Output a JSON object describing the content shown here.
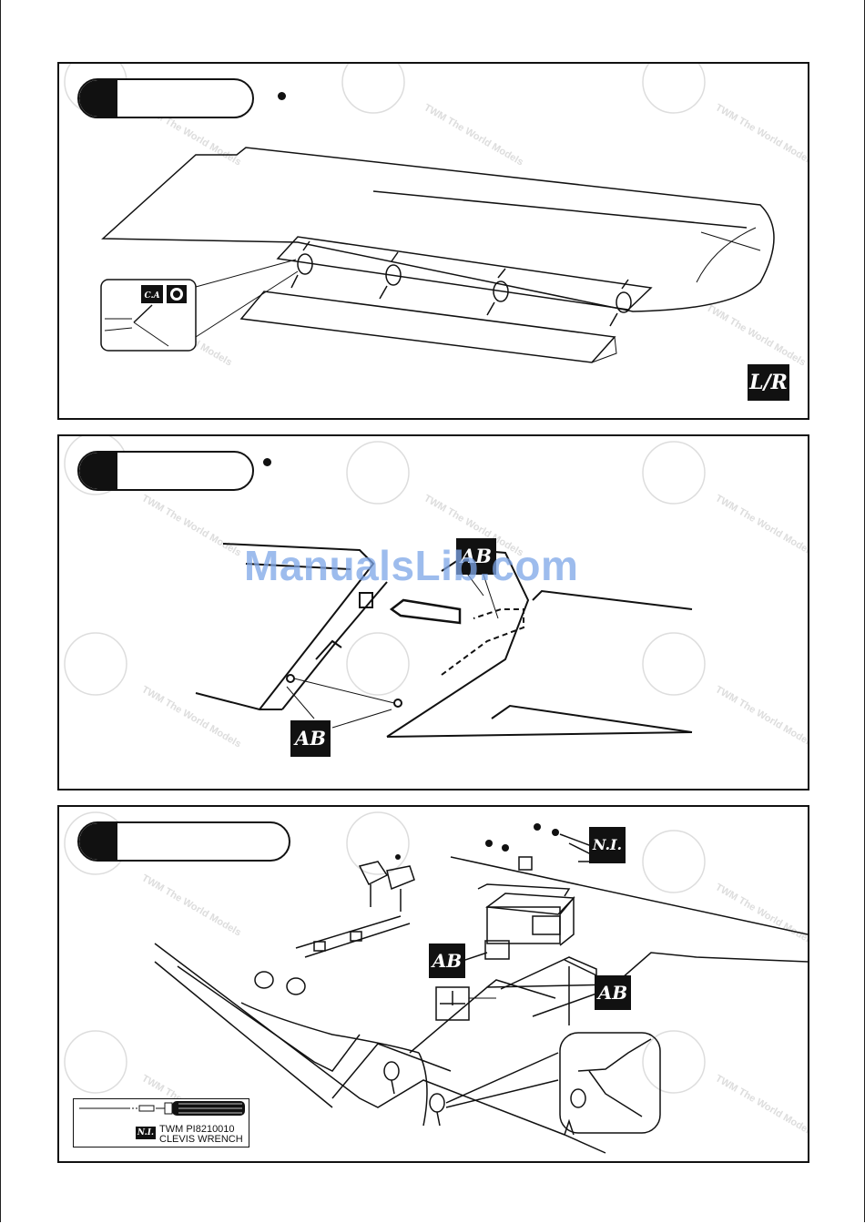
{
  "watermark": "ManualsLib.com",
  "tags": {
    "lr": "L/R",
    "ab": "AB",
    "ni": "N.I.",
    "ca": "C.A"
  },
  "tool": {
    "label": "N.I.",
    "line1": "TWM PI8210010",
    "line2": "CLEVIS WRENCH"
  }
}
